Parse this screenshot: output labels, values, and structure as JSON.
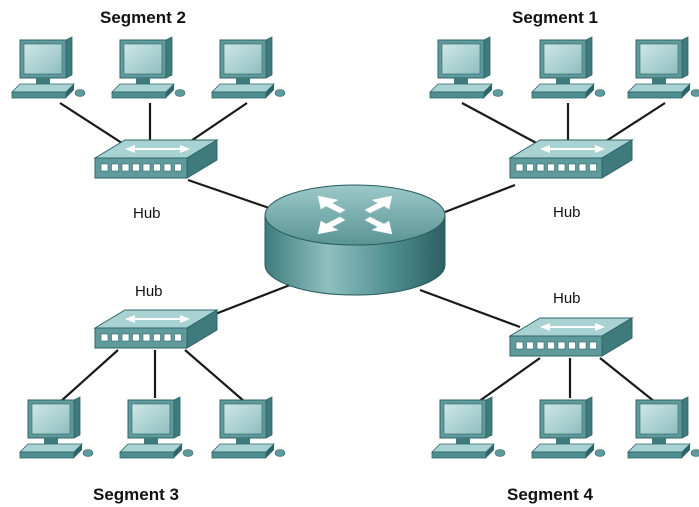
{
  "segments": [
    {
      "label": "Segment 2",
      "hub_label": "Hub"
    },
    {
      "label": "Segment 1",
      "hub_label": "Hub"
    },
    {
      "label": "Segment 3",
      "hub_label": "Hub"
    },
    {
      "label": "Segment 4",
      "hub_label": "Hub"
    }
  ],
  "central_device_icon": "router-icon",
  "hub_icon": "hub-icon",
  "host_icon": "workstation-icon",
  "colors": {
    "device_body": "#5f9b9c",
    "device_light": "#a7d1d1",
    "device_dark": "#2f6567",
    "link": "#1a1a1a"
  }
}
